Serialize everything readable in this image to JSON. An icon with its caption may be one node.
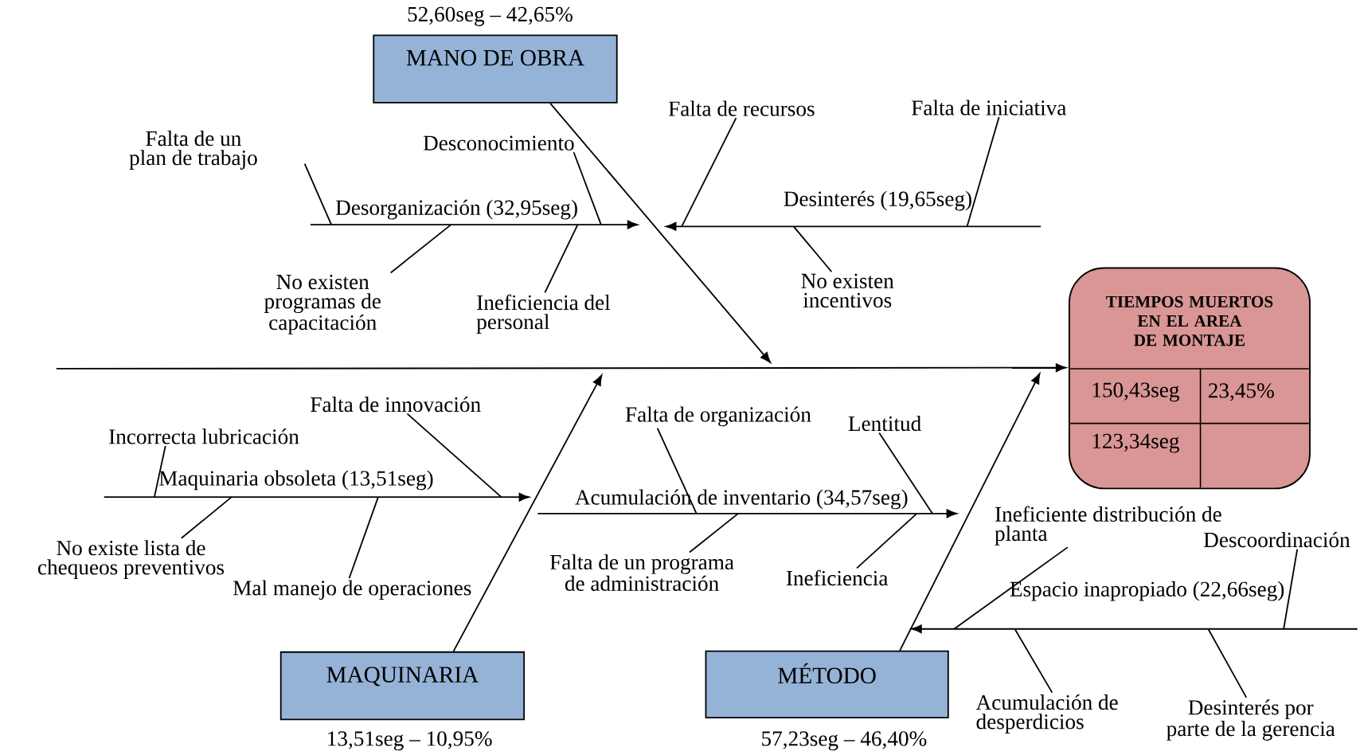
{
  "diagram": {
    "nodes": [
      {
        "text": [
          "MANO DE OBRA"
        ],
        "beside": [
          "52,60seg – 42,65%"
        ]
      },
      {
        "text": [
          "Falta de un plan de trabajo"
        ]
      },
      {
        "text": [
          "Desconocimiento"
        ]
      },
      {
        "text": [
          "Desorganización (32,95seg)"
        ]
      },
      {
        "text": [
          "No existen programas de capacitación"
        ]
      },
      {
        "text": [
          "Ineficiencia del personal"
        ]
      },
      {
        "text": [
          "Falta de recursos"
        ]
      },
      {
        "text": [
          "Falta de iniciativa"
        ]
      },
      {
        "text": [
          "Desinterés (19,65seg)"
        ]
      },
      {
        "text": [
          "No existen incentivos"
        ]
      },
      {
        "text": [
          "TIEMPOS MUERTOS EN EL AREA DE MONTAJE",
          "150,43seg",
          "23,45%",
          "123,34seg"
        ]
      },
      {
        "text": [
          "Falta de innovación"
        ]
      },
      {
        "text": [
          "Incorrecta lubricación"
        ]
      },
      {
        "text": [
          "Maquinaria obsoleta (13,51seg)"
        ]
      },
      {
        "text": [
          "No existe lista de chequeos preventivos"
        ]
      },
      {
        "text": [
          "Mal manejo de operaciones"
        ]
      },
      {
        "text": [
          "Falta de organización"
        ]
      },
      {
        "text": [
          "Lentitud"
        ]
      },
      {
        "text": [
          "Acumulación de inventario (34,57seg)"
        ]
      },
      {
        "text": [
          "Falta de un programa de administración"
        ]
      },
      {
        "text": [
          "Ineficiencia"
        ]
      },
      {
        "text": [
          "Ineficiente distribución de planta"
        ]
      },
      {
        "text": [
          "Descoordinación"
        ]
      },
      {
        "text": [
          "Espacio inapropiado (22,66seg)"
        ]
      },
      {
        "text": [
          "Acumulación de desperdicios"
        ]
      },
      {
        "text": [
          "Desinterés por parte de la gerencia"
        ]
      },
      {
        "text": [
          "MAQUINARIA"
        ],
        "beside": [
          "13,51seg – 10,95%"
        ]
      },
      {
        "text": [
          "MÉTODO"
        ],
        "beside": [
          "57,23seg – 46,40%"
        ]
      }
    ],
    "edges": [
      {
        "from": null,
        "to": 10,
        "arrow": "to"
      },
      {
        "from": 0,
        "to": null,
        "arrow": "to"
      },
      {
        "from": 26,
        "to": null,
        "arrow": "to"
      },
      {
        "from": 27,
        "to": null,
        "arrow": "to"
      },
      {
        "from": 3,
        "to": null,
        "arrow": "to"
      },
      {
        "from": 8,
        "to": null,
        "arrow": "to"
      },
      {
        "from": 13,
        "to": null,
        "arrow": "to"
      },
      {
        "from": 18,
        "to": null,
        "arrow": "to"
      },
      {
        "from": 23,
        "to": null,
        "arrow": "to"
      },
      {
        "from": 1,
        "to": 3,
        "arrow": "none"
      },
      {
        "from": 2,
        "to": 3,
        "arrow": "none"
      },
      {
        "from": 4,
        "to": 3,
        "arrow": "none"
      },
      {
        "from": 5,
        "to": 3,
        "arrow": "none"
      },
      {
        "from": 6,
        "to": null,
        "arrow": "none"
      },
      {
        "from": 7,
        "to": 8,
        "arrow": "none"
      },
      {
        "from": 9,
        "to": 8,
        "arrow": "none"
      },
      {
        "from": 11,
        "to": 13,
        "arrow": "none"
      },
      {
        "from": 12,
        "to": 13,
        "arrow": "none"
      },
      {
        "from": 14,
        "to": 13,
        "arrow": "none"
      },
      {
        "from": 15,
        "to": 13,
        "arrow": "none"
      },
      {
        "from": 16,
        "to": 18,
        "arrow": "none"
      },
      {
        "from": 17,
        "to": 18,
        "arrow": "none"
      },
      {
        "from": 19,
        "to": 18,
        "arrow": "none"
      },
      {
        "from": 20,
        "to": 18,
        "arrow": "none"
      },
      {
        "from": 21,
        "to": null,
        "arrow": "none"
      },
      {
        "from": 22,
        "to": 23,
        "arrow": "none"
      },
      {
        "from": 24,
        "to": 23,
        "arrow": "none"
      },
      {
        "from": 25,
        "to": 23,
        "arrow": "none"
      }
    ]
  }
}
